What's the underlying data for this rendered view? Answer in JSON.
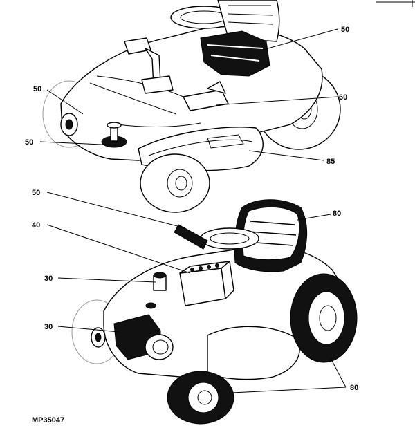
{
  "figure_id": "MP35047",
  "top_view": {
    "callouts": [
      "50",
      "50",
      "60",
      "50",
      "85"
    ]
  },
  "bottom_view": {
    "callouts": [
      "50",
      "80",
      "40",
      "30",
      "30",
      "80"
    ]
  }
}
